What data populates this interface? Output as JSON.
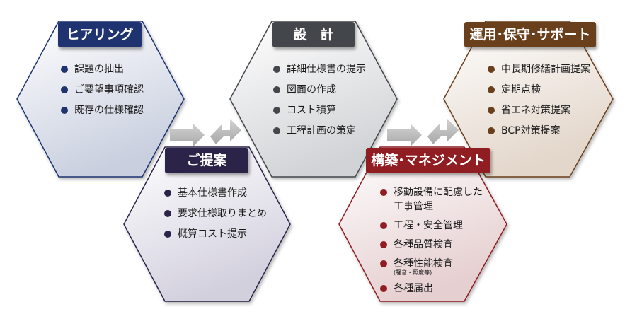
{
  "colors": {
    "hearing": "#1f3370",
    "proposal": "#2c2448",
    "design": "#43464b",
    "construction": "#8f1d21",
    "operation": "#6a3f1c",
    "arrow": "#b9b9b9"
  },
  "stages": {
    "hearing": {
      "title": "ヒアリング",
      "items": [
        "課題の抽出",
        "ご要望事項確認",
        "既存の仕様確認"
      ]
    },
    "proposal": {
      "title": "ご提案",
      "items": [
        "基本仕様書作成",
        "要求仕様取りまとめ",
        "概算コスト提示"
      ]
    },
    "design": {
      "title": "設　計",
      "items": [
        "詳細仕様書の提示",
        "図面の作成",
        "コスト積算",
        "工程計画の策定"
      ]
    },
    "construction": {
      "title": "構築･マネジメント",
      "items": [
        "移動設備に配慮した",
        "工事管理",
        "工程・安全管理",
        "各種品質検査",
        "各種性能検査",
        "(騒音・照度等)",
        "各種届出"
      ]
    },
    "operation": {
      "title": "運用･保守･サポート",
      "items": [
        "中長期修繕計画提案",
        "定期点検",
        "省エネ対策提案",
        "BCP対策提案"
      ]
    }
  }
}
